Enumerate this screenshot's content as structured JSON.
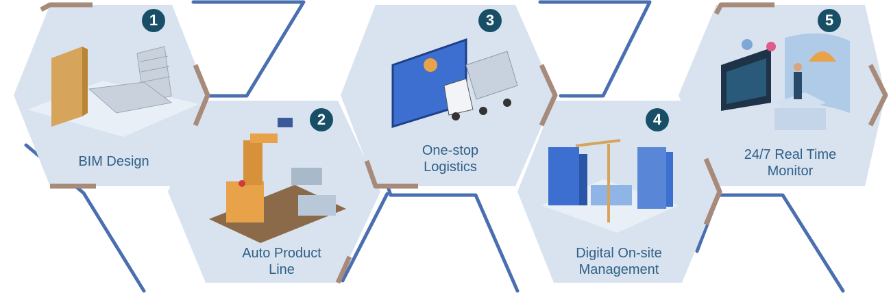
{
  "colors": {
    "hex_fill": "#d8e3ef",
    "line_blue": "#4a6fb0",
    "accent_brown": "#a78a7a",
    "badge_bg": "#184f67",
    "label_text": "#2f5f86"
  },
  "steps": [
    {
      "number": "1",
      "label_line1": "BIM Design",
      "label_line2": "",
      "icon": "building-frame-icon"
    },
    {
      "number": "2",
      "label_line1": "Auto Product",
      "label_line2": "Line",
      "icon": "robot-arm-factory-icon"
    },
    {
      "number": "3",
      "label_line1": "One-stop",
      "label_line2": "Logistics",
      "icon": "truck-map-icon"
    },
    {
      "number": "4",
      "label_line1": "Digital On-site",
      "label_line2": "Management",
      "icon": "construction-crane-icon"
    },
    {
      "number": "5",
      "label_line1": "24/7 Real Time",
      "label_line2": "Monitor",
      "icon": "monitor-dashboard-icon"
    }
  ]
}
